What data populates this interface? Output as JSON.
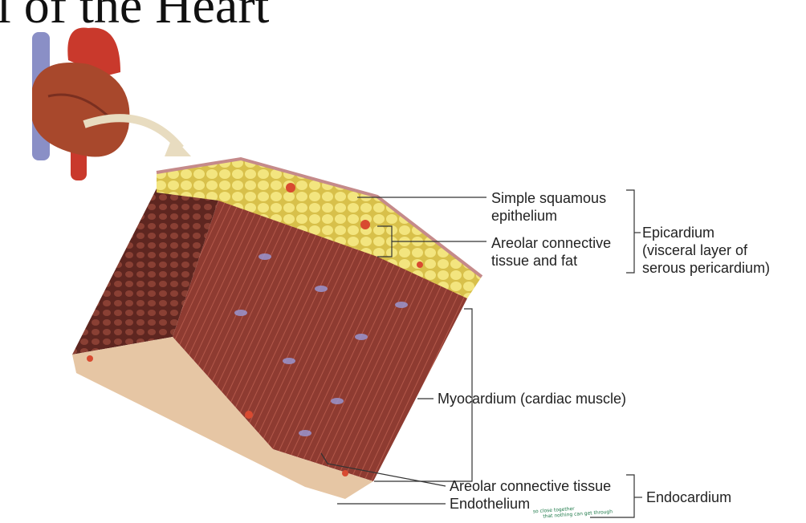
{
  "title": "l of the Heart",
  "labels": {
    "simple_squamous": [
      "Simple squamous",
      "epithelium"
    ],
    "areolar_fat": [
      "Areolar connective",
      "tissue and fat"
    ],
    "epicardium": [
      "Epicardium",
      "(visceral layer of",
      "serous pericardium)"
    ],
    "myocardium": "Myocardium (cardiac muscle)",
    "areolar_tissue": "Areolar connective tissue",
    "endothelium": "Endothelium",
    "endocardium": "Endocardium"
  },
  "handwritten_note": [
    "so close together",
    "that nothing can get through"
  ],
  "colors": {
    "muscle": "#8a3a30",
    "fat": "#f1e27a",
    "endocardium": "#e9c9a8",
    "vessel_red": "#c9302a",
    "vessel_blue": "#8a8fc6"
  }
}
